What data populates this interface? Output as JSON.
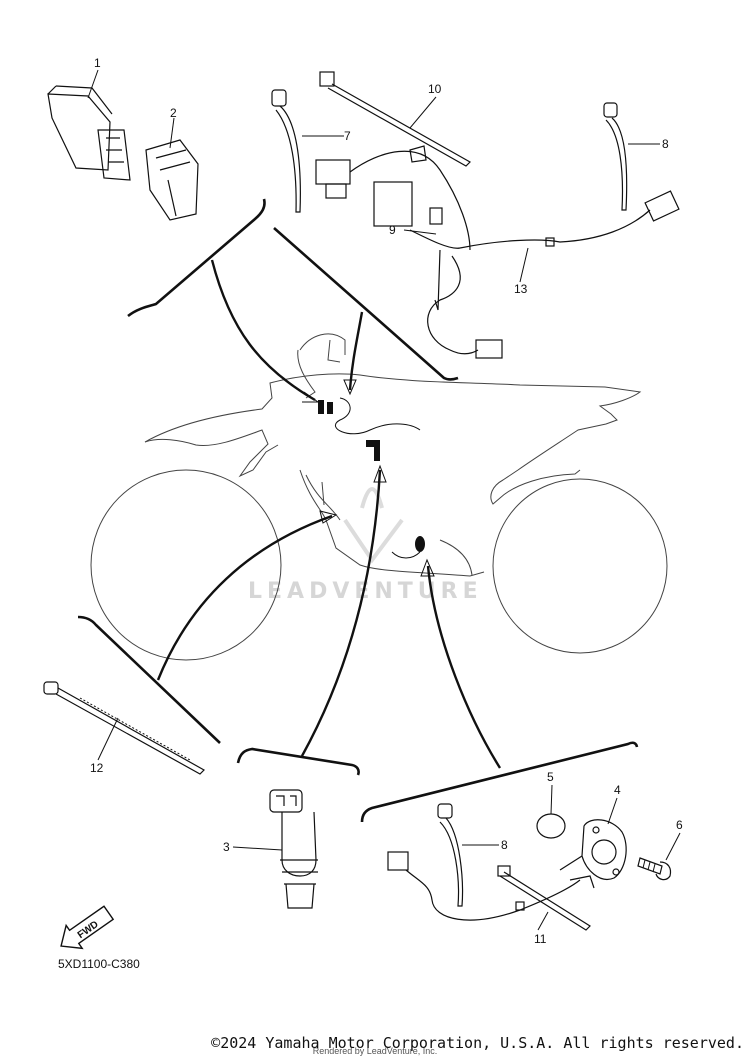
{
  "callouts": [
    "1",
    "2",
    "3",
    "4",
    "5",
    "6",
    "7",
    "8",
    "9",
    "10",
    "11",
    "12",
    "13"
  ],
  "callout_8b": "8",
  "diagram_code": "5XD1100-C380",
  "fwd_label": "FWD",
  "watermark": "LEADVENTURE",
  "copyright": "©2024 Yamaha Motor Corporation, U.S.A. All rights reserved.",
  "rendered_by": "Rendered by LeadVenture, Inc."
}
